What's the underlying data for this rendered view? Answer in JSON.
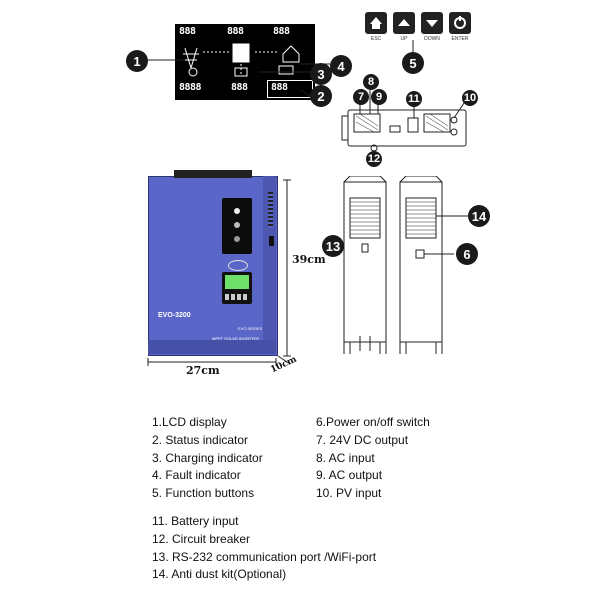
{
  "lcd_panel": {
    "segment_display": "8888",
    "segment_short": "888"
  },
  "function_buttons": {
    "labels": [
      "ESC",
      "UP",
      "DOWN",
      "ENTER"
    ]
  },
  "device": {
    "model": "EVO-3200",
    "series": "EVO SERIES",
    "subtitle": "MPPT SOLAR INVERTER"
  },
  "dimensions": {
    "width": "27cm",
    "height": "39cm",
    "depth": "10cm"
  },
  "callouts": [
    "1",
    "2",
    "3",
    "4",
    "5",
    "6",
    "7",
    "8",
    "9",
    "10",
    "11",
    "12",
    "13",
    "14"
  ],
  "legend": {
    "col1": [
      "1.LCD display",
      "2. Status indicator",
      "3. Charging indicator",
      "4. Fault indicator",
      "5. Function buttons"
    ],
    "col2": [
      "6.Power on/off switch",
      "7. 24V DC output",
      "8. AC input",
      "9. AC output",
      "10. PV input"
    ],
    "col3": [
      "11. Battery input",
      "12. Circuit breaker",
      "13. RS-232 communication port /WiFi-port",
      "14. Anti dust kit(Optional)"
    ]
  }
}
